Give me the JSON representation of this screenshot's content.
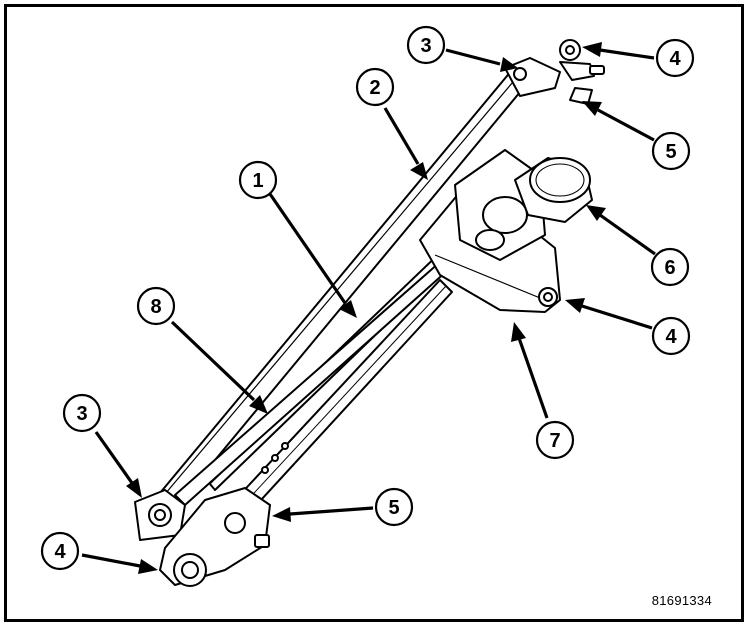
{
  "figure_number": "81691334",
  "callouts": [
    {
      "id": "c1",
      "label": "1"
    },
    {
      "id": "c2",
      "label": "2"
    },
    {
      "id": "c3a",
      "label": "3"
    },
    {
      "id": "c3b",
      "label": "3"
    },
    {
      "id": "c4a",
      "label": "4"
    },
    {
      "id": "c4b",
      "label": "4"
    },
    {
      "id": "c4c",
      "label": "4"
    },
    {
      "id": "c5a",
      "label": "5"
    },
    {
      "id": "c5b",
      "label": "5"
    },
    {
      "id": "c6",
      "label": "6"
    },
    {
      "id": "c7",
      "label": "7"
    },
    {
      "id": "c8",
      "label": "8"
    }
  ]
}
